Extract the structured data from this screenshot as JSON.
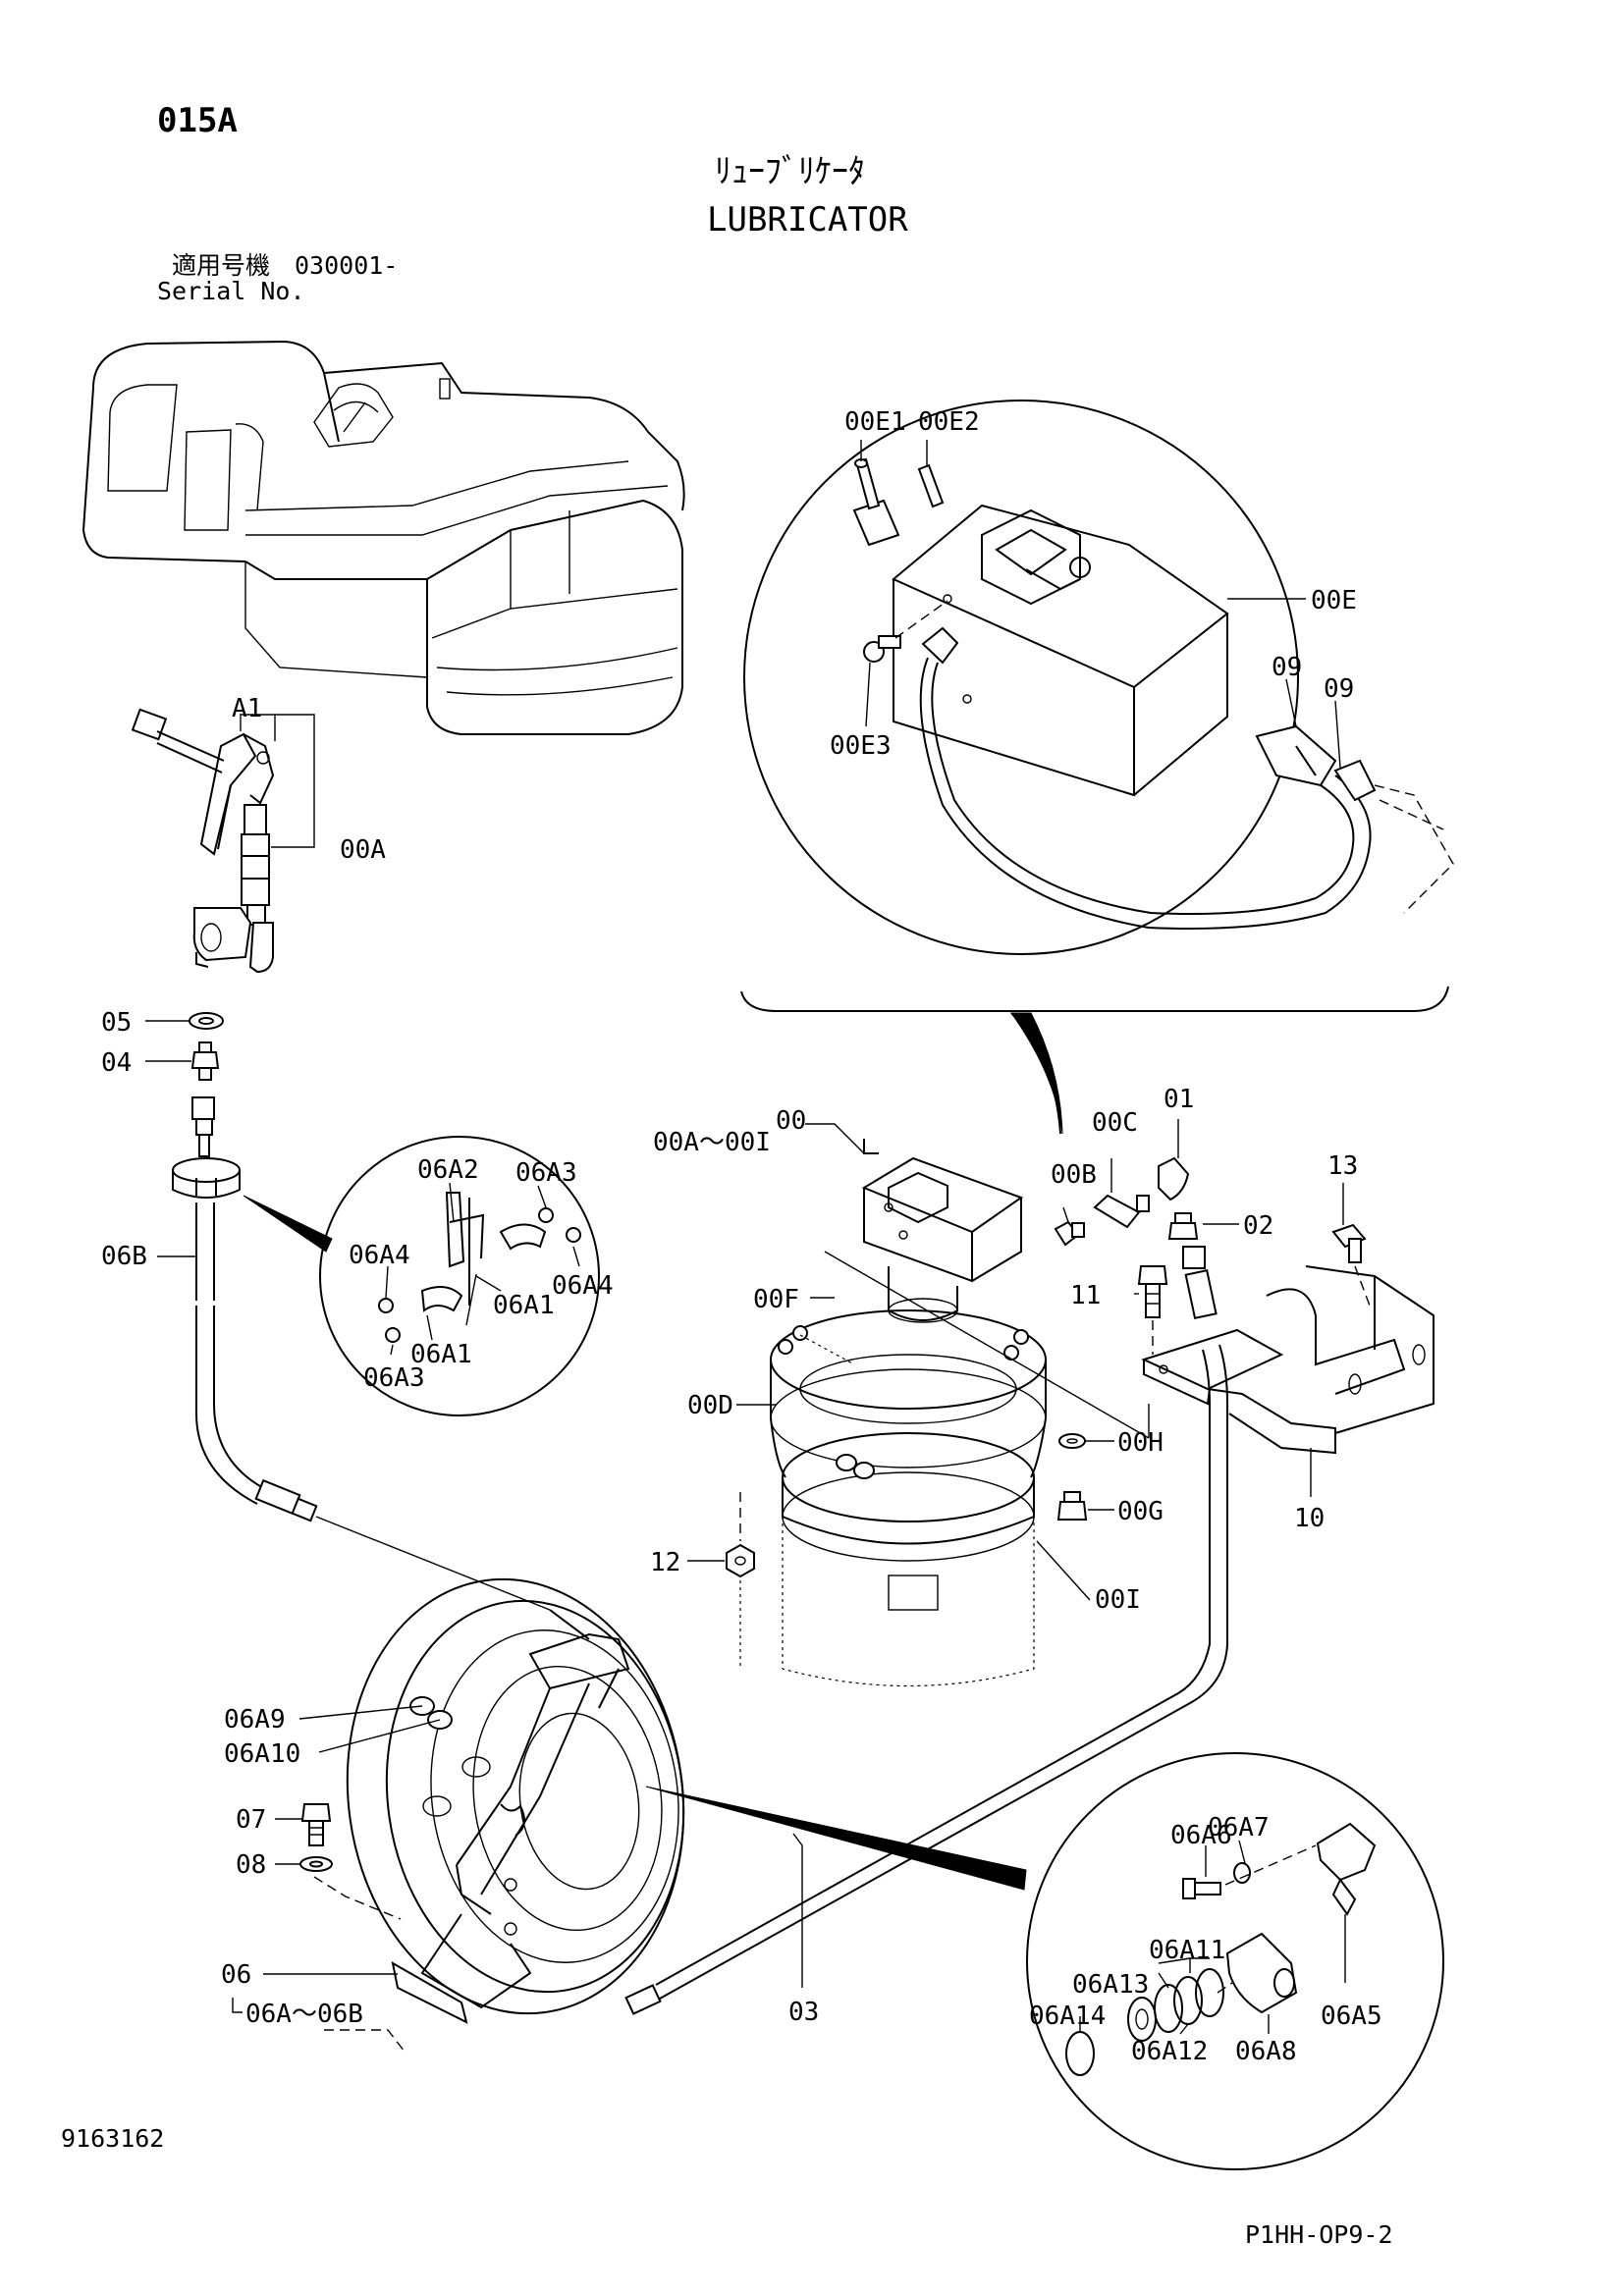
{
  "header": {
    "page_code": "015A",
    "title_jp": "ﾘｭｰﾌﾞﾘｹｰﾀ",
    "title_en": "LUBRICATOR",
    "serial_jp": "適用号機　030001-",
    "serial_en": "Serial No."
  },
  "footer": {
    "drawing_number": "9163162",
    "sheet_code": "P1HH-OP9-2"
  },
  "callouts": {
    "a1": "A1",
    "p00a": "00A",
    "p05": "05",
    "p04": "04",
    "p06b": "06B",
    "d06a2": "06A2",
    "d06a3_top": "06A3",
    "d06a4_left": "06A4",
    "d06a4_right": "06A4",
    "d06a1_right": "06A1",
    "d06a1_bottom": "06A1",
    "d06a3_bottom": "06A3",
    "p06a9": "06A9",
    "p06a10": "06A10",
    "p07": "07",
    "p08": "08",
    "p06": "06",
    "p06a_range": "06A～06B",
    "p03": "03",
    "d06a7": "06A7",
    "d06a6": "06A6",
    "d06a11": "06A11",
    "d06a13": "06A13",
    "d06a14": "06A14",
    "d06a5": "06A5",
    "d06a8": "06A8",
    "d06a12": "06A12",
    "d00e1": "00E1",
    "d00e2": "00E2",
    "d00e": "00E",
    "d09a": "09",
    "d09b": "09",
    "d00e3": "00E3",
    "p00": "00",
    "p00a_range": "00A～00I",
    "p00c": "00C",
    "p01": "01",
    "p00b": "00B",
    "p02": "02",
    "p13": "13",
    "p00f": "00F",
    "p11": "11",
    "p00d": "00D",
    "p00h": "00H",
    "p00g": "00G",
    "p10": "10",
    "p12": "12",
    "p00i": "00I"
  }
}
